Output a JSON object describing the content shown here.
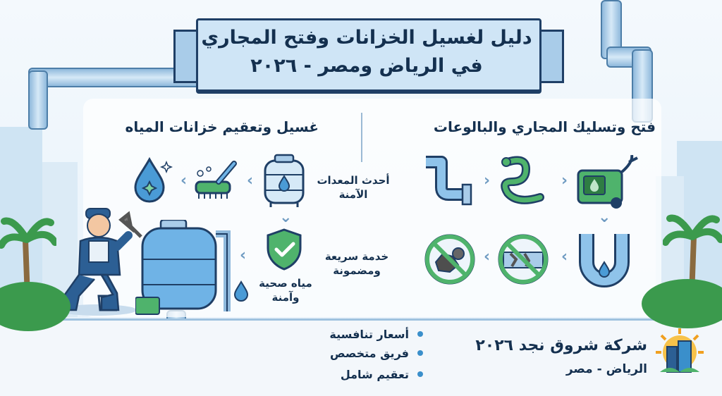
{
  "banner": {
    "title_line1": "دليل لغسيل الخزانات وفتح المجاري",
    "title_line2": "في الرياض ومصر - ٢٠٢٦"
  },
  "left_section": {
    "title": "غسيل وتعقيم خزانات المياه",
    "feature_1": "أحدث المعدات\nالآمنة",
    "feature_2": "خدمة سريعة\nومضمونة",
    "feature_3": "مياه صحية\nوآمنة"
  },
  "right_section": {
    "title": "فتح وتسليك المجاري والبالوعات"
  },
  "footer": {
    "company_name": "شركة شروق نجد ٢٠٢٦",
    "location": "الرياض - مصر",
    "bullets": [
      "أسعار تنافسية",
      "فريق متخصص",
      "تعقيم شامل"
    ]
  },
  "icons": {
    "left_row1": [
      "water-drop-sparkle-icon",
      "scrub-brush-icon",
      "water-tank-icon"
    ],
    "left_row2": [
      "shield-check-icon",
      "water-drop-icon"
    ],
    "right_row1": [
      "pressure-washer-icon",
      "plumbing-snake-icon",
      "pipe-elbow-icon"
    ],
    "right_row2": [
      "u-trap-pipe-icon",
      "no-clogged-pipe-icon",
      "no-debris-icon"
    ]
  },
  "colors": {
    "navy": "#14304f",
    "accent_blue": "#3a8fcb",
    "green": "#3b9a4d"
  }
}
